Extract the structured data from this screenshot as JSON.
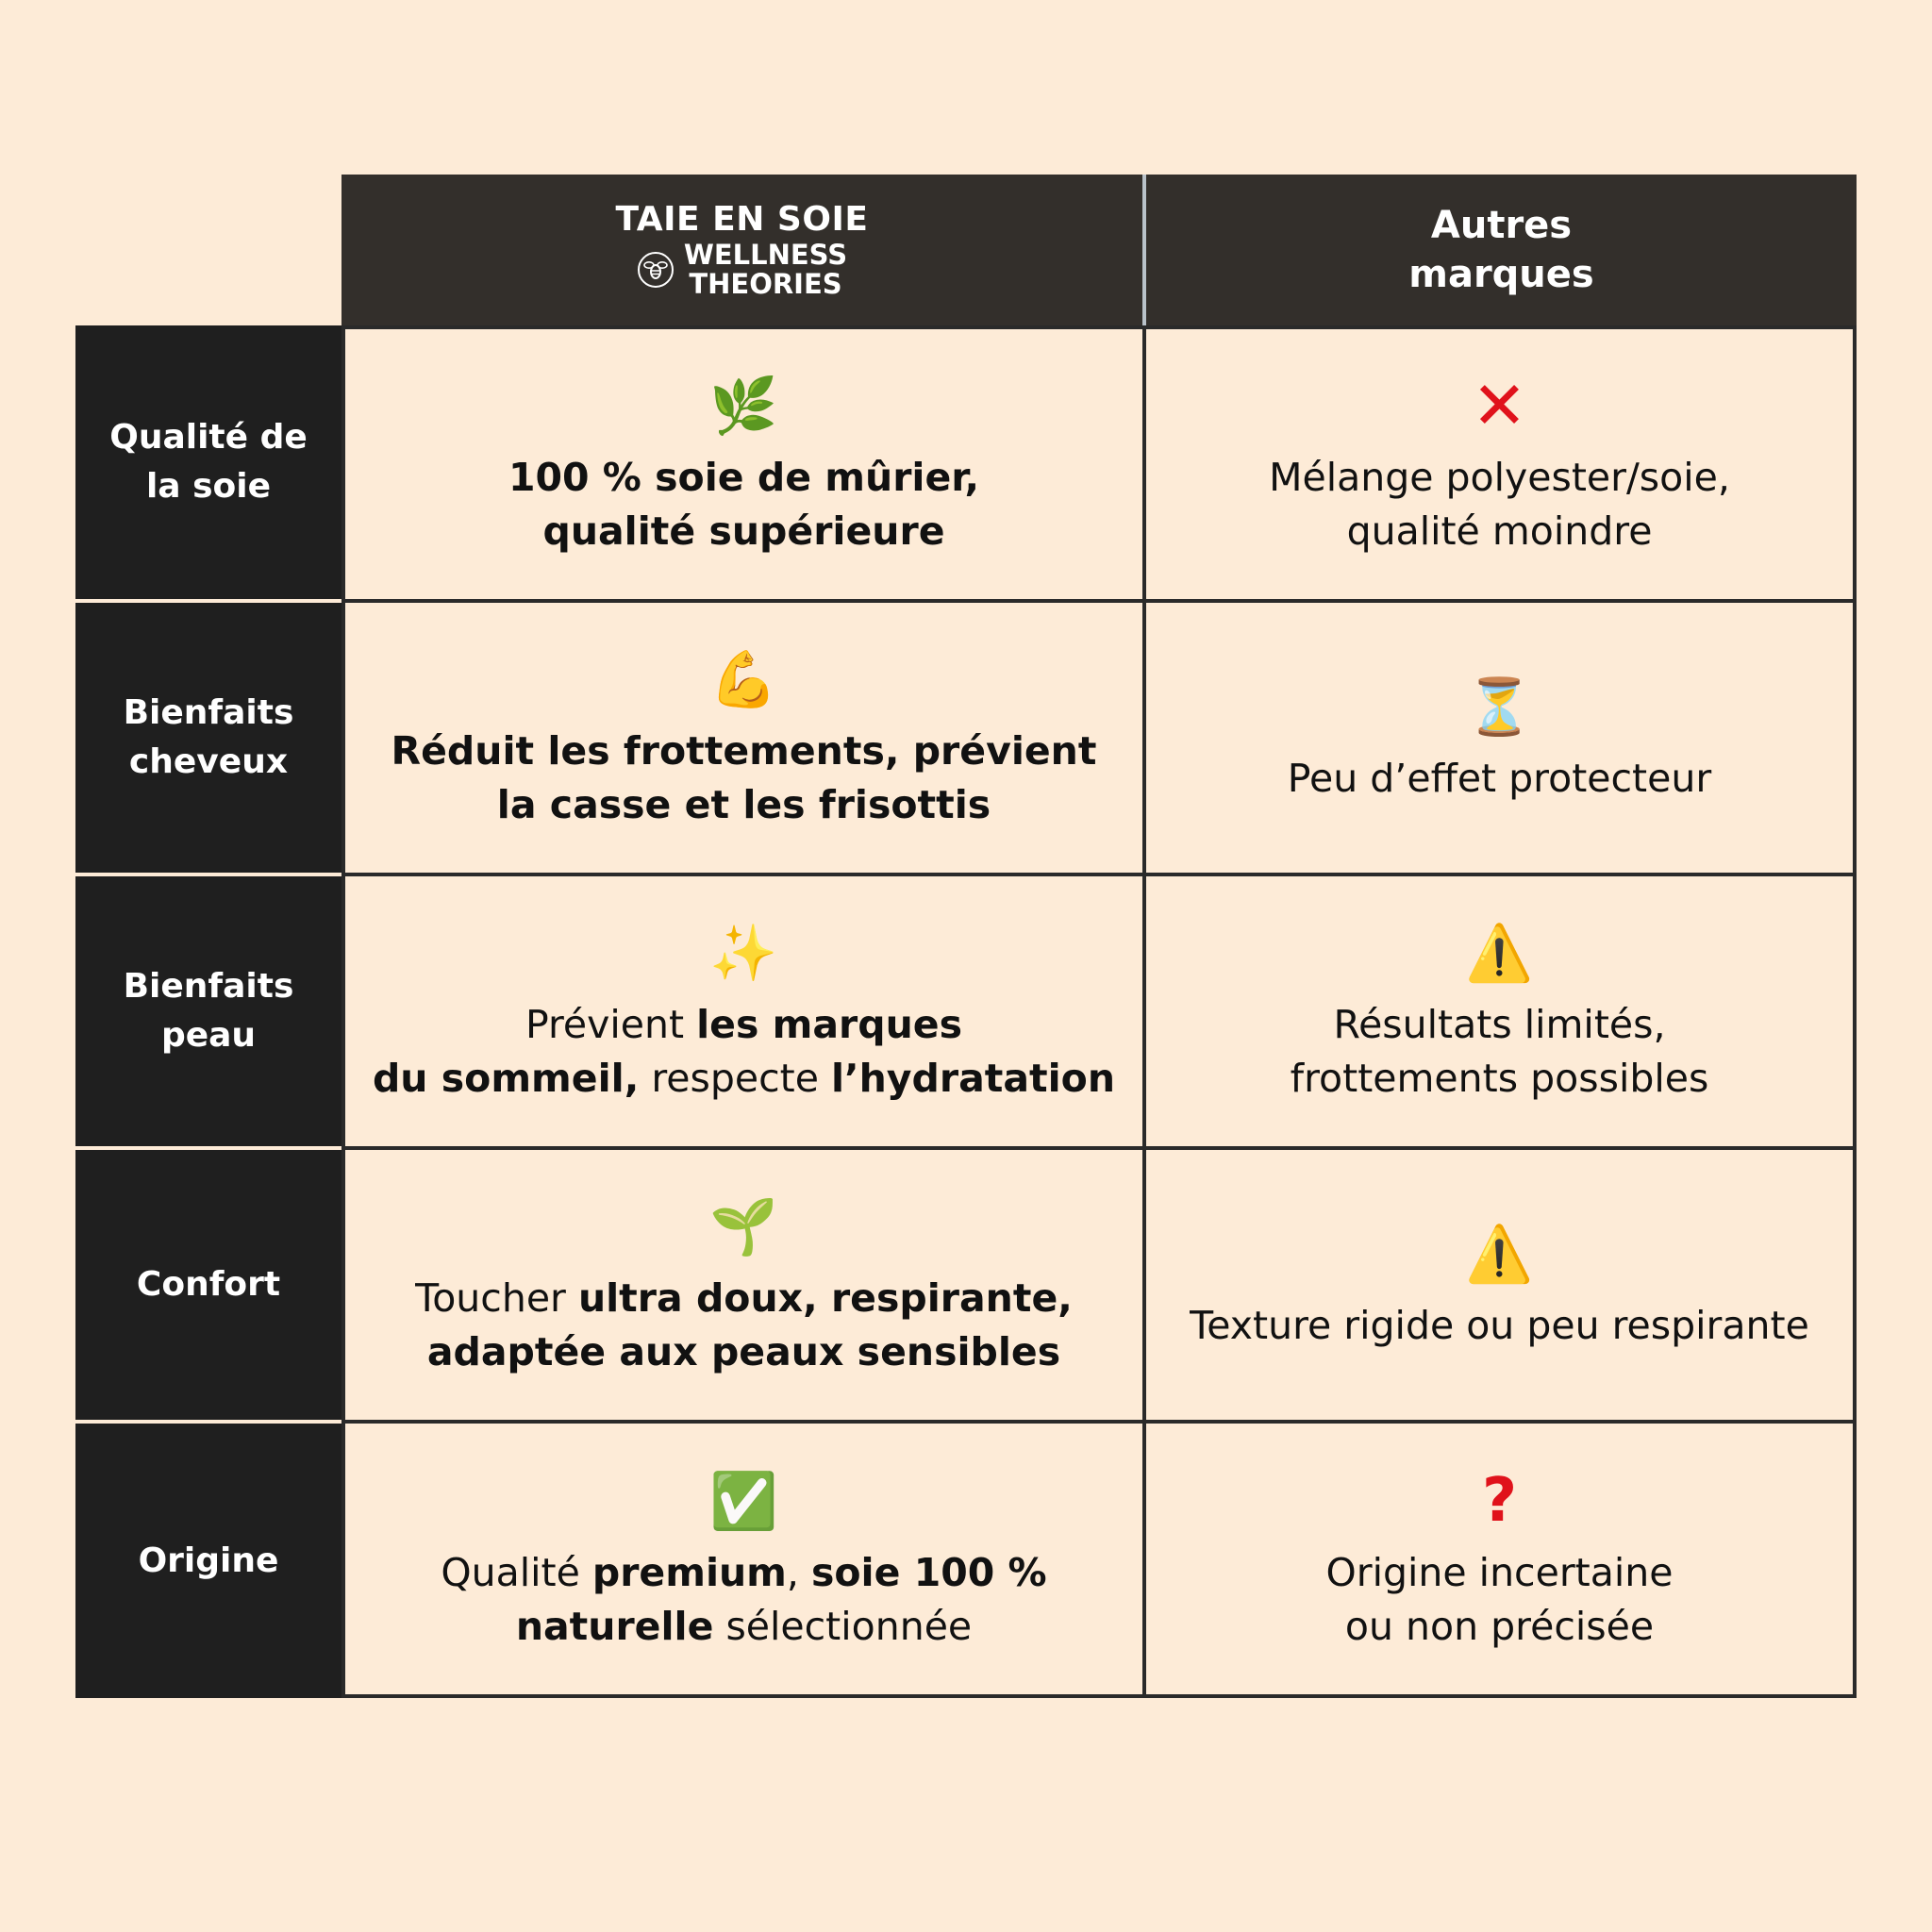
{
  "header": {
    "brand_title": "TAIE EN SOIE",
    "brand_name_line1": "WELLNESS",
    "brand_name_line2": "THEORIES",
    "brand_logo_icon": "bee-logo-icon",
    "other_line1": "Autres",
    "other_line2": "marques"
  },
  "rows": [
    {
      "label_line1": "Qualité de",
      "label_line2": "la soie",
      "brand": {
        "icon": "🌿",
        "icon_name": "herb-icon",
        "line1": "100 % soie de mûrier,",
        "line2": "qualité supérieure"
      },
      "other": {
        "icon": "✕",
        "icon_name": "cross-mark-icon",
        "line1": "Mélange polyester/soie,",
        "line2": "qualité moindre"
      }
    },
    {
      "label_line1": "Bienfaits",
      "label_line2": "cheveux",
      "brand": {
        "icon": "💪",
        "icon_name": "flexed-biceps-icon",
        "line1": "Réduit les frottements, prévient",
        "line2": "la casse et les frisottis"
      },
      "other": {
        "icon": "⏳",
        "icon_name": "hourglass-icon",
        "line1": "Peu d’effet protecteur"
      }
    },
    {
      "label_line1": "Bienfaits",
      "label_line2": "peau",
      "brand": {
        "icon": "✨",
        "icon_name": "sparkles-icon",
        "l1_a": "Prévient ",
        "l1_b": "les marques",
        "l2_a": "du sommeil,",
        "l2_b": " respecte ",
        "l2_c": "l’hydratation"
      },
      "other": {
        "icon": "⚠️",
        "icon_name": "warning-icon",
        "line1": "Résultats limités,",
        "line2": "frottements possibles"
      }
    },
    {
      "label_line1": "Confort",
      "brand": {
        "icon": "🌱",
        "icon_name": "seedling-icon",
        "l1_a": "Toucher ",
        "l1_b": "ultra doux, respirante,",
        "l2_a": "adaptée aux peaux sensibles"
      },
      "other": {
        "icon": "⚠️",
        "icon_name": "warning-icon",
        "line1": "Texture rigide ou peu respirante"
      }
    },
    {
      "label_line1": "Origine",
      "brand": {
        "icon": "✅",
        "icon_name": "check-mark-button-icon",
        "l1_a": "Qualité ",
        "l1_b": "premium",
        "l1_c": ", ",
        "l1_d": "soie 100 %",
        "l2_a": "naturelle",
        "l2_b": " sélectionnée"
      },
      "other": {
        "icon": "?",
        "icon_name": "question-mark-icon",
        "line1": "Origine incertaine",
        "line2": "ou non précisée"
      }
    }
  ]
}
